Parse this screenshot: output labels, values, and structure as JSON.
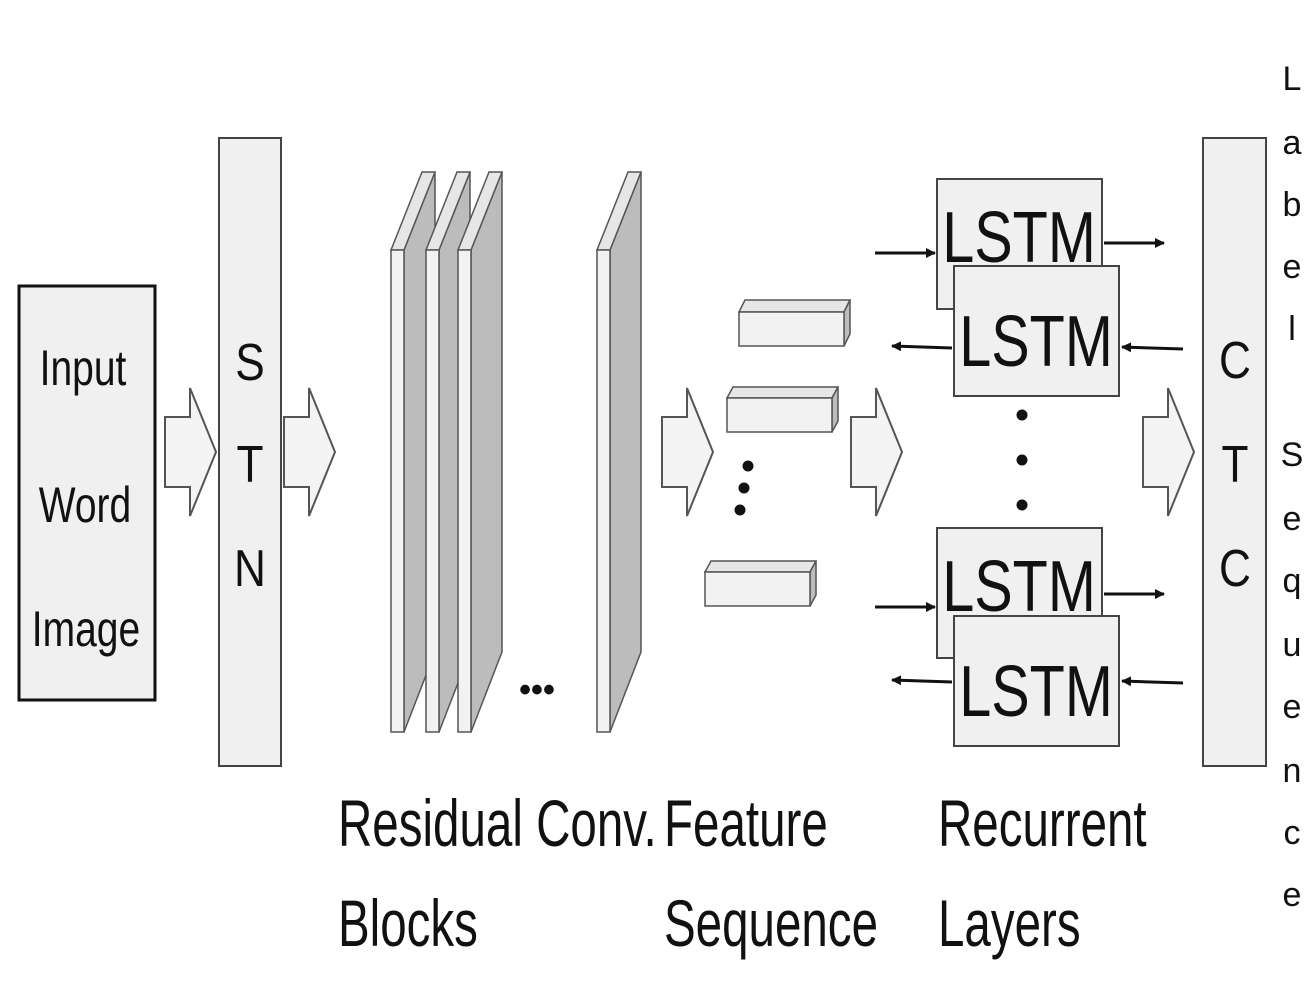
{
  "input": {
    "lines": [
      "Input",
      "Word",
      "Image"
    ]
  },
  "stn": {
    "letters": [
      "S",
      "T",
      "N"
    ]
  },
  "ctc": {
    "letters": [
      "C",
      "T",
      "C"
    ]
  },
  "lstm": {
    "label": "LSTM"
  },
  "ellipsis": {
    "conv": "•••"
  },
  "captions": {
    "residual": [
      "Residual Conv.",
      "Blocks"
    ],
    "feature": [
      "Feature",
      "Sequence"
    ],
    "recurrent": [
      "Recurrent",
      "Layers"
    ]
  },
  "output": {
    "letters": [
      "L",
      "a",
      "b",
      "e",
      "l",
      "",
      "S",
      "e",
      "q",
      "u",
      "e",
      "n",
      "c",
      "e"
    ]
  },
  "colors": {
    "box_fill": "#f0f0f0",
    "stroke": "#222222",
    "slab_face": "#f2f2f2",
    "slab_side": "#bcbcbc",
    "arrow_fill": "#f4f4f4"
  }
}
